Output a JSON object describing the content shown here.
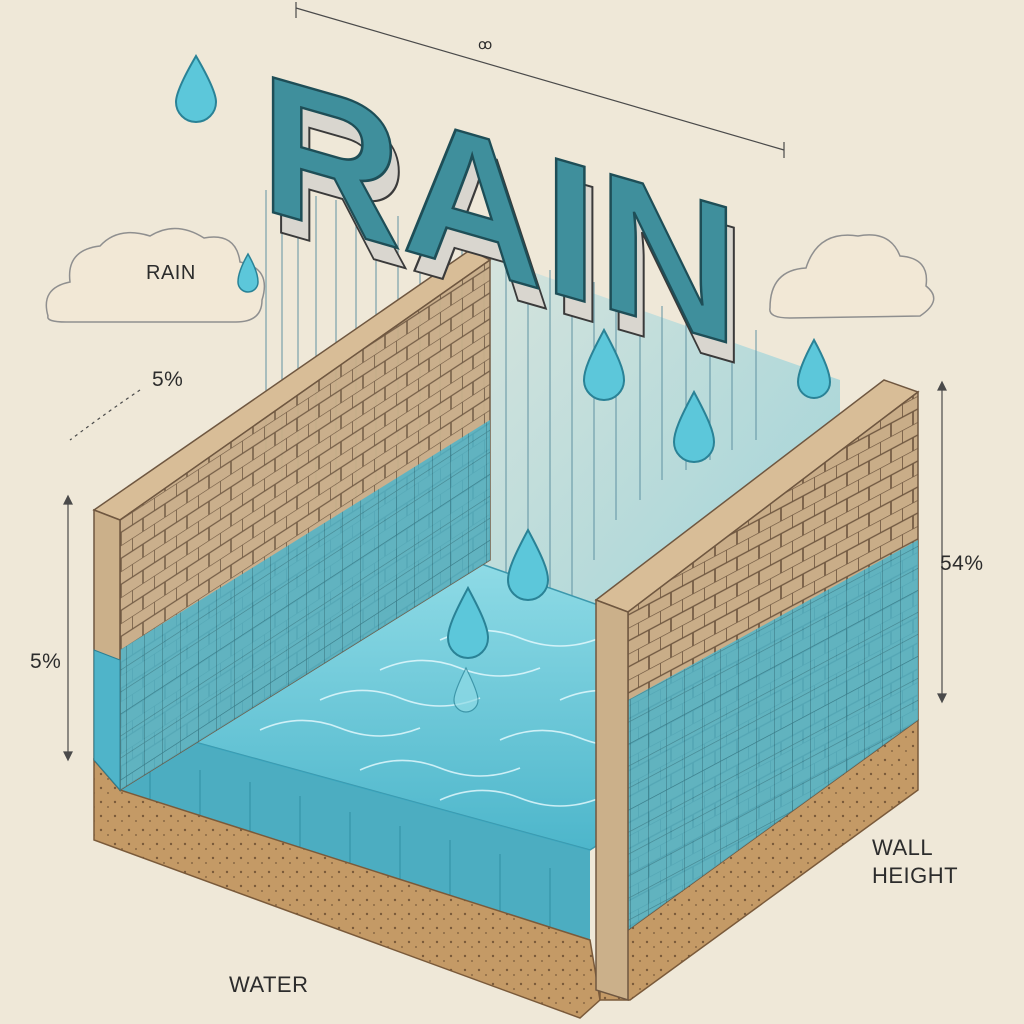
{
  "title": "RAIN",
  "labels": {
    "top_dimension": "ꝏ",
    "cloud_rain": "RAIN",
    "left_upper_percent": "5%",
    "left_lower_percent": "5%",
    "right_percent": "54%",
    "wall_height": "WALL\nHEIGHT",
    "water": "WATER"
  },
  "colors": {
    "background": "#efe8d8",
    "title_face": "#3f8f9c",
    "title_side": "#d9d6cf",
    "brick": "#c9ad88",
    "brick_dark": "#8a6f52",
    "water": "#5ec3d6",
    "water_deep": "#2f93aa",
    "soil": "#c49a66",
    "cloud": "#f2e8d6",
    "drop": "#5cc7da"
  },
  "icons": [
    "raindrop-icon",
    "cloud-icon"
  ]
}
